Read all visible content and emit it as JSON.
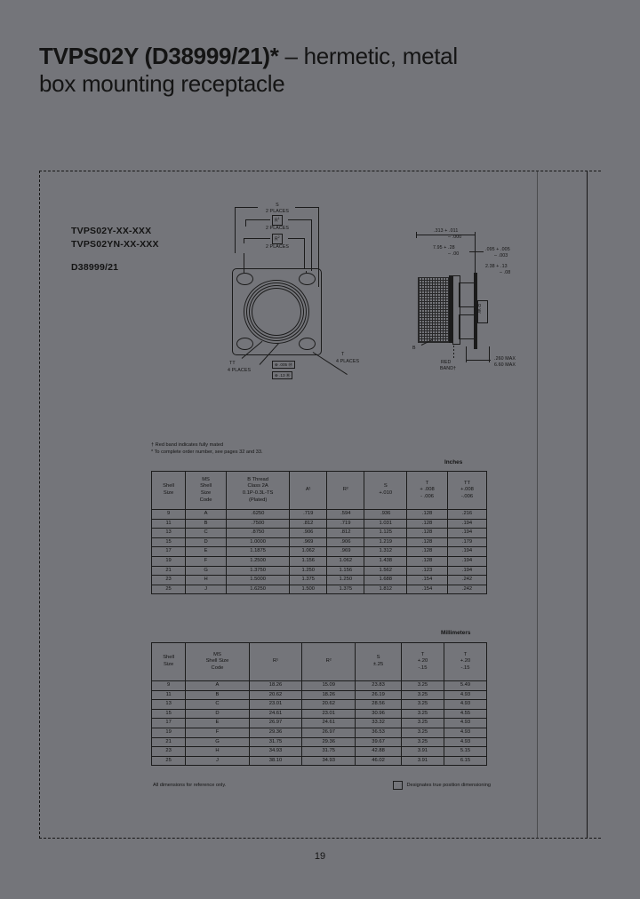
{
  "title": {
    "line1_bold": "TVPS02Y (D38999/21)*",
    "line1_rest": " – hermetic, metal",
    "line2": "box mounting receptacle"
  },
  "part_numbers": {
    "line1": "TVPS02Y-XX-XXX",
    "line2": "TVPS02YN-XX-XXX",
    "standard": "D38999/21"
  },
  "front_view": {
    "dim_s": "S",
    "s_places": "2 PLACES",
    "dim_r1": "R",
    "r1_sup": "1",
    "r1_places": "2 PLACES",
    "dim_r2": "R",
    "r2_sup": "2",
    "r2_places": "2 PLACES",
    "tt_label": "TT",
    "tt_places": "4 PLACES",
    "t_label": "T",
    "t_places": "4 PLACES",
    "fcf_inch": "⊕ .005 Ⓜ",
    "fcf_mm": "⊕ .13 Ⓜ"
  },
  "side_view": {
    "dim_top_inch": ".313 + .011",
    "dim_top_inch2": "– .000",
    "dim_top_mm": "7.95 + .28",
    "dim_top_mm2": "– .00",
    "dim_right_inch": ".095 + .005",
    "dim_right_inch2": "– .003",
    "dim_right_mm": "2.38 + .13",
    "dim_right_mm2": "– .08",
    "b_label": "B",
    "red_band": "RED",
    "red_band2": "BAND†",
    "max_inch": ".260 MAX",
    "max_mm": "6.60 MAX",
    "rw_label": "R W"
  },
  "notes_top": {
    "note1": "† Red band indicates fully mated",
    "note2": "* To complete order number, see pages 32 and 33."
  },
  "notes_bottom": {
    "left": "All dimensions for reference only.",
    "right": "Designates true position dimensioning"
  },
  "units": {
    "inches": "Inches",
    "millimeters": "Millimeters"
  },
  "table_inches": {
    "headers": [
      "Shell\nSize",
      "MS\nShell\nSize\nCode",
      "B Thread\nClass 2A\n0.1P-0.3L-TS\n(Plated)",
      "A¹",
      "R²",
      "S\n+.010",
      "T\n+ .008\n- .006",
      "TT\n+.008\n-.006"
    ],
    "rows": [
      [
        "9",
        "A",
        ".6250",
        ".719",
        ".594",
        ".936",
        ".128",
        ".216"
      ],
      [
        "11",
        "B",
        ".7500",
        ".812",
        ".719",
        "1.031",
        ".128",
        ".194"
      ],
      [
        "13",
        "C",
        ".8750",
        ".906",
        ".812",
        "1.125",
        ".128",
        ".194"
      ],
      [
        "15",
        "D",
        "1.0000",
        ".969",
        ".906",
        "1.219",
        ".128",
        ".179"
      ],
      [
        "17",
        "E",
        "1.1875",
        "1.062",
        ".969",
        "1.312",
        ".128",
        ".194"
      ],
      [
        "19",
        "F",
        "1.2500",
        "1.156",
        "1.062",
        "1.438",
        ".128",
        ".194"
      ],
      [
        "21",
        "G",
        "1.3750",
        "1.250",
        "1.156",
        "1.562",
        ".123",
        ".194"
      ],
      [
        "23",
        "H",
        "1.5000",
        "1.375",
        "1.250",
        "1.688",
        ".154",
        ".242"
      ],
      [
        "25",
        "J",
        "1.6250",
        "1.500",
        "1.375",
        "1.812",
        ".154",
        ".242"
      ]
    ]
  },
  "table_mm": {
    "headers": [
      "Shell\nSize",
      "MS\nShell Size\nCode",
      "R¹",
      "R²",
      "S\n±.25",
      "T\n+.20\n-.15",
      "T\n+.20\n-.15"
    ],
    "rows": [
      [
        "9",
        "A",
        "18.26",
        "15.09",
        "23.83",
        "3.25",
        "5.49"
      ],
      [
        "11",
        "B",
        "20.62",
        "18.26",
        "26.19",
        "3.25",
        "4.93"
      ],
      [
        "13",
        "C",
        "23.01",
        "20.62",
        "28.56",
        "3.25",
        "4.93"
      ],
      [
        "15",
        "D",
        "24.61",
        "23.01",
        "30.96",
        "3.25",
        "4.55"
      ],
      [
        "17",
        "E",
        "26.97",
        "24.61",
        "33.32",
        "3.25",
        "4.93"
      ],
      [
        "19",
        "F",
        "29.36",
        "26.97",
        "36.53",
        "3.25",
        "4.93"
      ],
      [
        "21",
        "G",
        "31.75",
        "29.36",
        "39.67",
        "3.25",
        "4.93"
      ],
      [
        "23",
        "H",
        "34.93",
        "31.75",
        "42.88",
        "3.91",
        "5.15"
      ],
      [
        "25",
        "J",
        "38.10",
        "34.93",
        "46.02",
        "3.91",
        "6.15"
      ]
    ]
  },
  "page_number": "19",
  "colors": {
    "background": "#74757a",
    "ink": "#141414"
  }
}
